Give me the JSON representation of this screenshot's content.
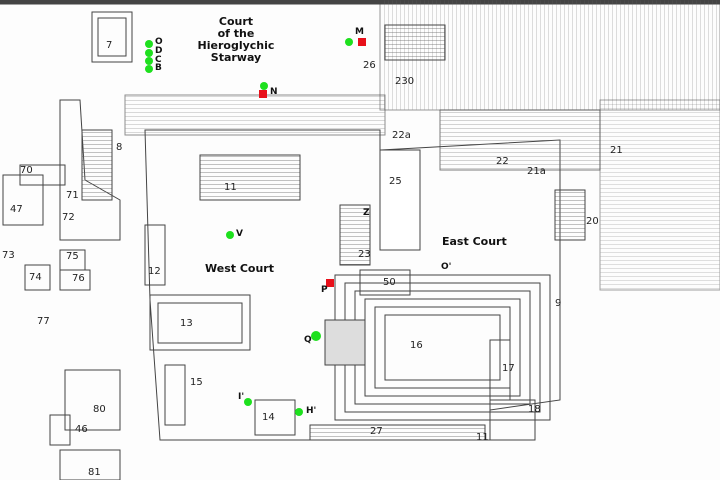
{
  "courts": {
    "hieroglyphic": [
      "Court",
      "of   the",
      "Hieroglychic Starway"
    ],
    "west": "West Court",
    "east": "East Court"
  },
  "structures": [
    "7",
    "26",
    "230",
    "8",
    "11",
    "22a",
    "22",
    "21",
    "21a",
    "25",
    "20",
    "70",
    "47",
    "71",
    "72",
    "73",
    "75",
    "74",
    "76",
    "77",
    "12",
    "13",
    "15",
    "14",
    "80",
    "46",
    "81",
    "23",
    "50",
    "16",
    "17",
    "9",
    "18",
    "27",
    "11"
  ],
  "markers": {
    "O": "O",
    "D": "D",
    "C": "C",
    "B": "B",
    "M": "M",
    "N": "N",
    "V": "V",
    "Z": "Z",
    "O2": "O'",
    "P": "P",
    "Q": "Q",
    "I": "I'",
    "H": "H'"
  },
  "colors": {
    "green_marker": "#1ee01e",
    "red_marker": "#e8101a"
  }
}
